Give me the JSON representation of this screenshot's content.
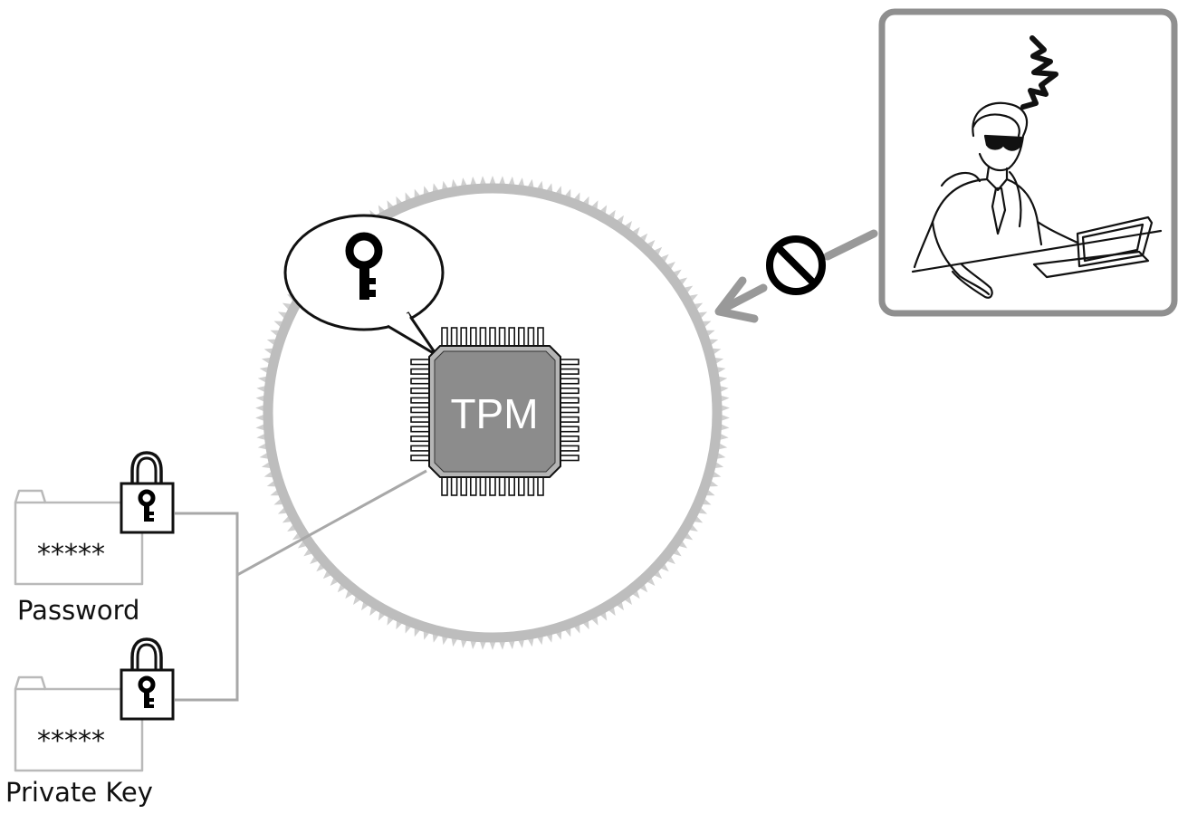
{
  "chip": {
    "label": "TPM"
  },
  "files": [
    {
      "masked": "*****",
      "caption": "Password"
    },
    {
      "masked": "*****",
      "caption": "Private Key"
    }
  ],
  "icons": {
    "key": "key-icon",
    "lock": "padlock-icon",
    "prohibit": "prohibited-icon",
    "folder": "folder-icon",
    "attacker": "hacker-with-laptop-icon"
  },
  "colors": {
    "ring": "#b8b8b8",
    "chip_fill": "#8c8c8c",
    "connector": "#a5a5a5",
    "frame": "#8f8f8f",
    "folder_stroke": "#b9b9b9"
  }
}
